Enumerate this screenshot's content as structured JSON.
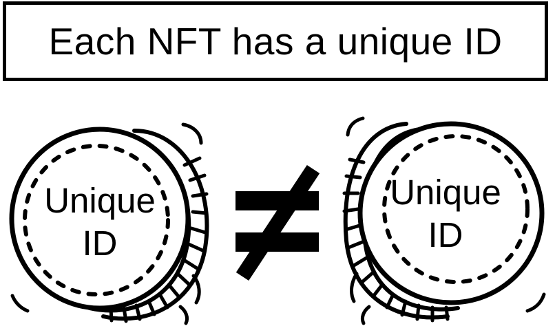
{
  "title": "Each NFT has a unique ID",
  "coins": [
    {
      "label_line1": "Unique",
      "label_line2": "ID"
    },
    {
      "label_line1": "Unique",
      "label_line2": "ID"
    }
  ],
  "relation_symbol": "≠",
  "icons": [
    "left-coin-icon",
    "not-equal-icon",
    "right-coin-icon"
  ],
  "colors": {
    "stroke": "#000000",
    "background": "#ffffff"
  }
}
